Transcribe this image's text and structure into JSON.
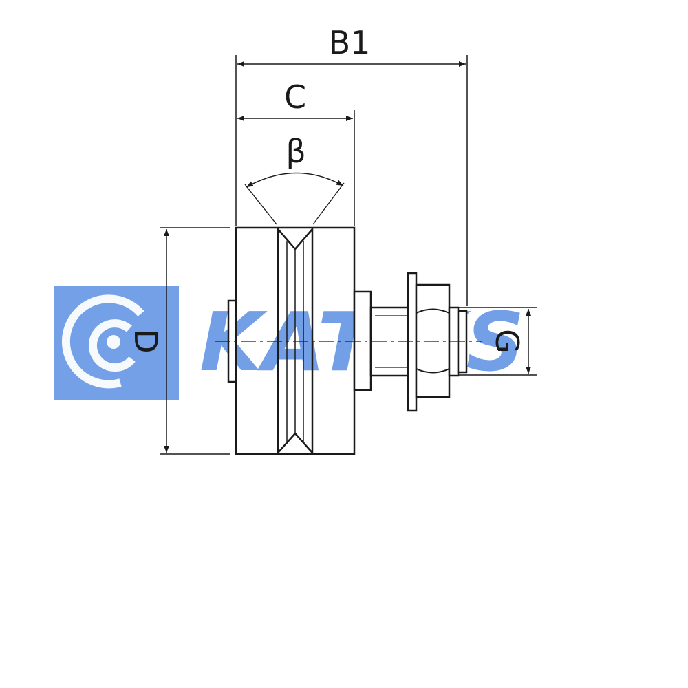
{
  "labels": {
    "b1": "B1",
    "c": "C",
    "beta": "β",
    "d": "D",
    "g": "G"
  },
  "watermark": {
    "text": "KATIKS",
    "color": "#5b8fe2"
  },
  "colors": {
    "line": "#1a1a1a",
    "background": "#ffffff"
  }
}
